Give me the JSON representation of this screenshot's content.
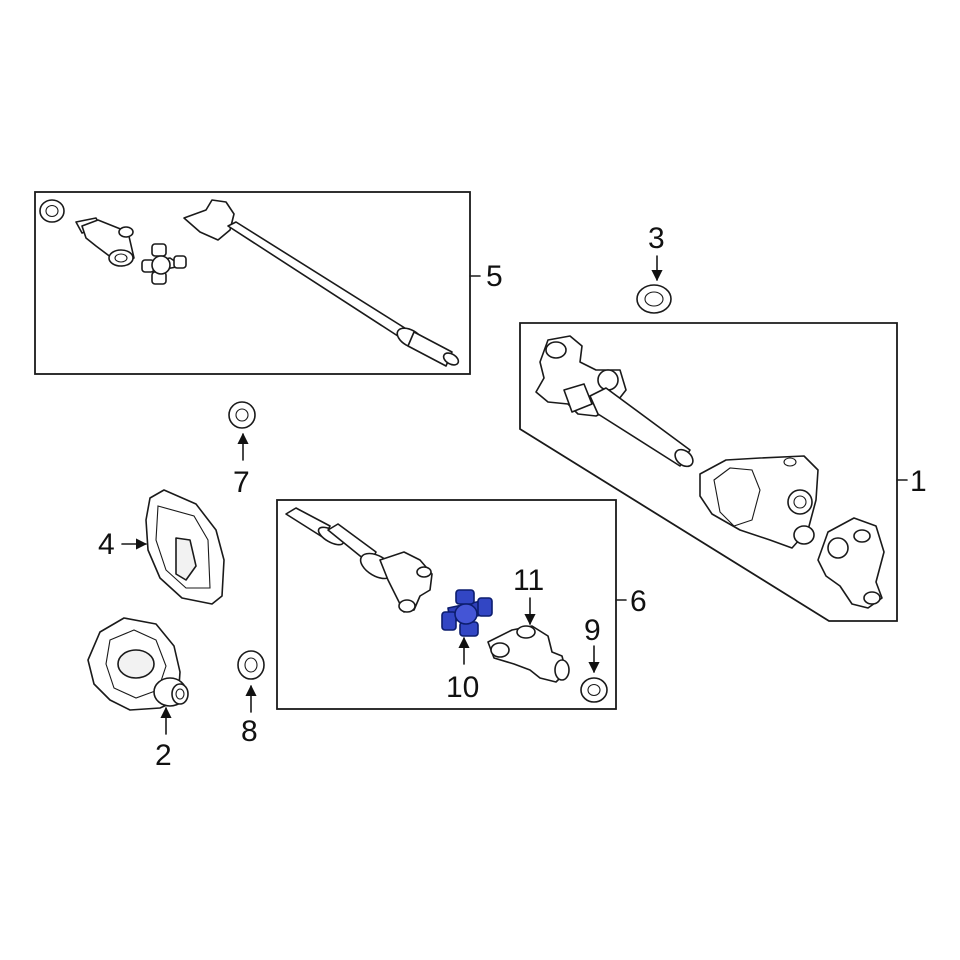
{
  "diagram": {
    "highlight_color": "#2f3fb8",
    "callouts": {
      "c1": "1",
      "c2": "2",
      "c3": "3",
      "c4": "4",
      "c5": "5",
      "c6": "6",
      "c7": "7",
      "c8": "8",
      "c9": "9",
      "c10": "10",
      "c11": "11"
    }
  }
}
